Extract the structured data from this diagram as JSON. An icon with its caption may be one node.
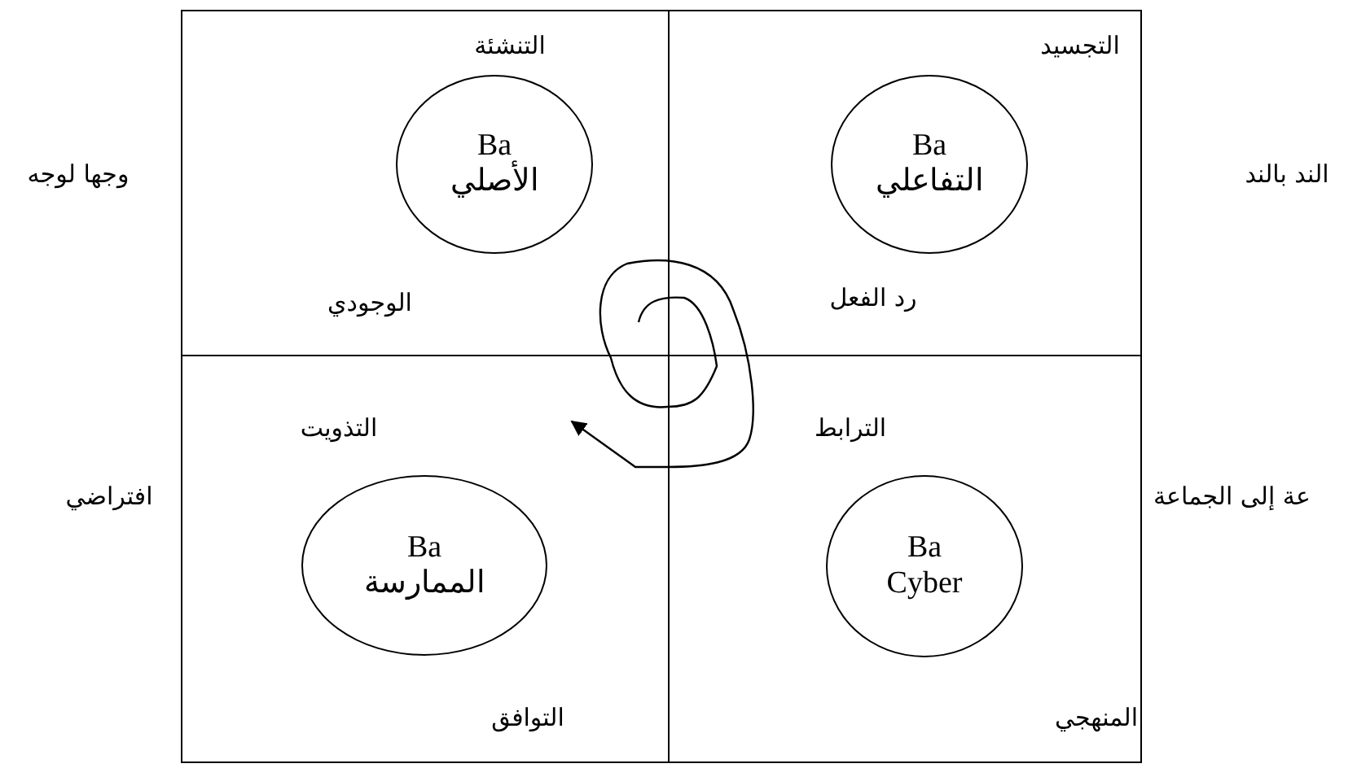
{
  "diagram": {
    "nodes": [
      {
        "text": [
          "التنشئة",
          "الوجودي"
        ]
      },
      {
        "text": [
          "Ba",
          "الأصلي"
        ],
        "in": 0
      },
      {
        "text": [
          "التجسيد",
          "رد الفعل"
        ]
      },
      {
        "text": [
          "Ba",
          "التفاعلي"
        ],
        "in": 2
      },
      {
        "text": [
          "التذويت",
          "التوافق"
        ]
      },
      {
        "text": [
          "Ba",
          "الممارسة"
        ],
        "in": 4
      },
      {
        "text": [
          "الترابط",
          "المنهجي"
        ]
      },
      {
        "text": [
          "Ba",
          "Cyber"
        ],
        "in": 6
      }
    ],
    "labels": [
      "وجها لوجه",
      "الند بالند",
      "افتراضي",
      "عة إلى الجماعة"
    ]
  }
}
